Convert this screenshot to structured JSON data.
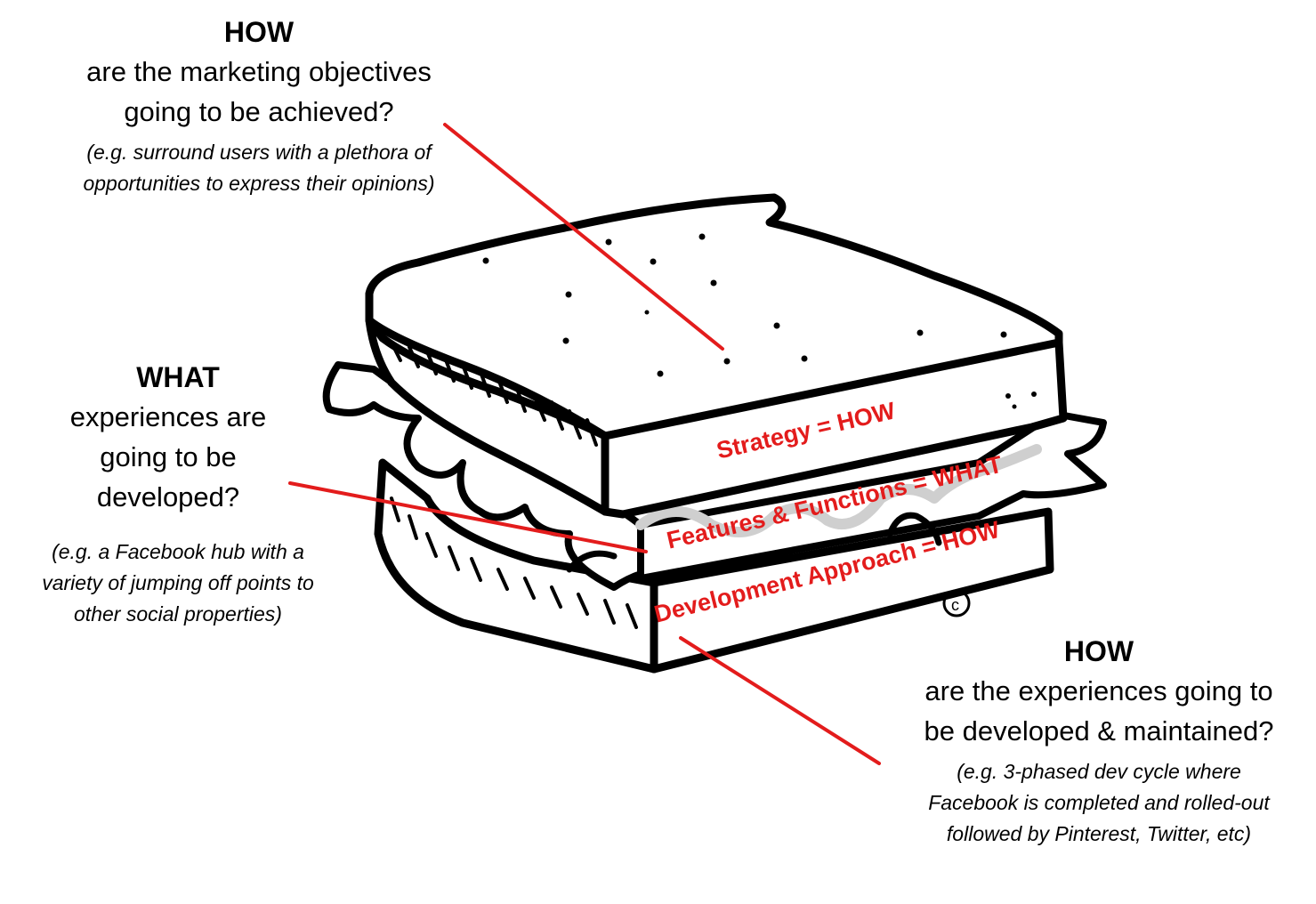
{
  "colors": {
    "accent_red": "#e31c1c",
    "ink": "#000000",
    "background": "#ffffff"
  },
  "top_left": {
    "heading": "HOW",
    "question_lines": [
      "are the marketing objectives",
      "going to be achieved?"
    ],
    "example_lines": [
      "(e.g. surround users with a plethora of",
      "opportunities to express their opinions)"
    ]
  },
  "middle_left": {
    "heading": "WHAT",
    "question_lines": [
      "experiences are",
      "going to be",
      "developed?"
    ],
    "example_lines": [
      "(e.g. a Facebook hub with a",
      "variety of jumping off points to",
      "other social properties)"
    ]
  },
  "bottom_right": {
    "heading": "HOW",
    "question_lines": [
      "are the experiences going to",
      "be developed & maintained?"
    ],
    "example_lines": [
      "(e.g. 3-phased dev cycle where",
      "Facebook is completed and rolled-out",
      "followed by Pinterest, Twitter, etc)"
    ]
  },
  "layers": {
    "strategy": "Strategy = HOW",
    "features": "Features & Functions = WHAT",
    "development": "Development Approach  = HOW"
  },
  "copyright_mark": "c"
}
